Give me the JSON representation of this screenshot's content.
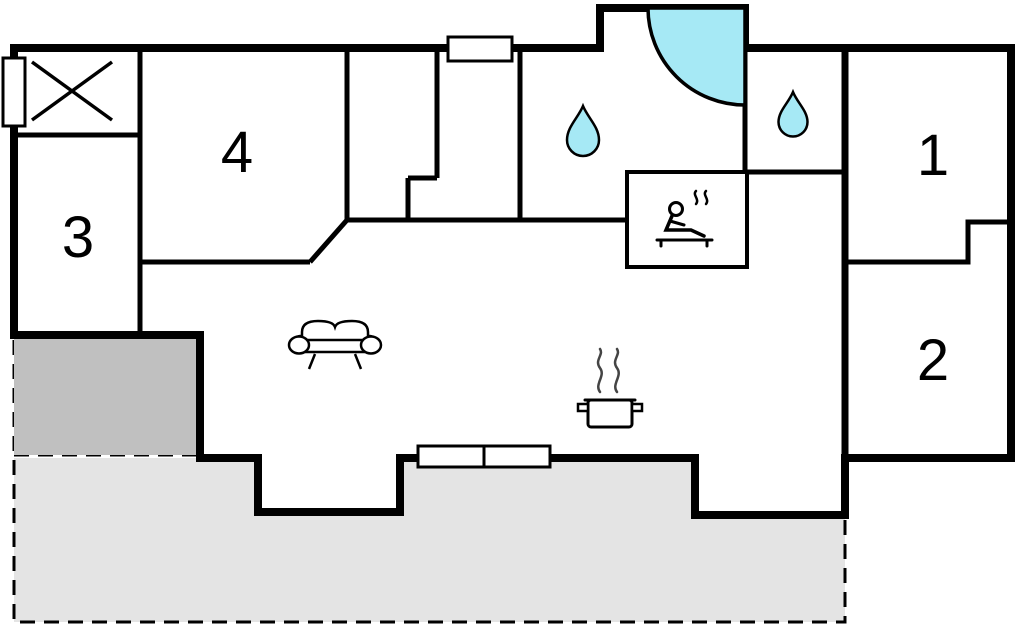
{
  "page": {
    "type": "vacation-home-floor-plan"
  },
  "colors": {
    "wall": "#000000",
    "background": "#ffffff",
    "water": "#a6e9f5",
    "terrace_dark": "#c0c0c0",
    "terrace_light": "#e4e4e4"
  },
  "rooms": [
    {
      "id": "room-1",
      "number": "1"
    },
    {
      "id": "room-2",
      "number": "2"
    },
    {
      "id": "room-3",
      "number": "3"
    },
    {
      "id": "room-4",
      "number": "4"
    }
  ],
  "icons": [
    "crossed-box-icon",
    "left-window-icon",
    "top-window-icon",
    "bottom-double-window-icon",
    "shower-corner-icon",
    "water-drop-icon",
    "water-drop-icon",
    "sauna-icon",
    "sofa-icon",
    "cooking-pot-icon"
  ]
}
